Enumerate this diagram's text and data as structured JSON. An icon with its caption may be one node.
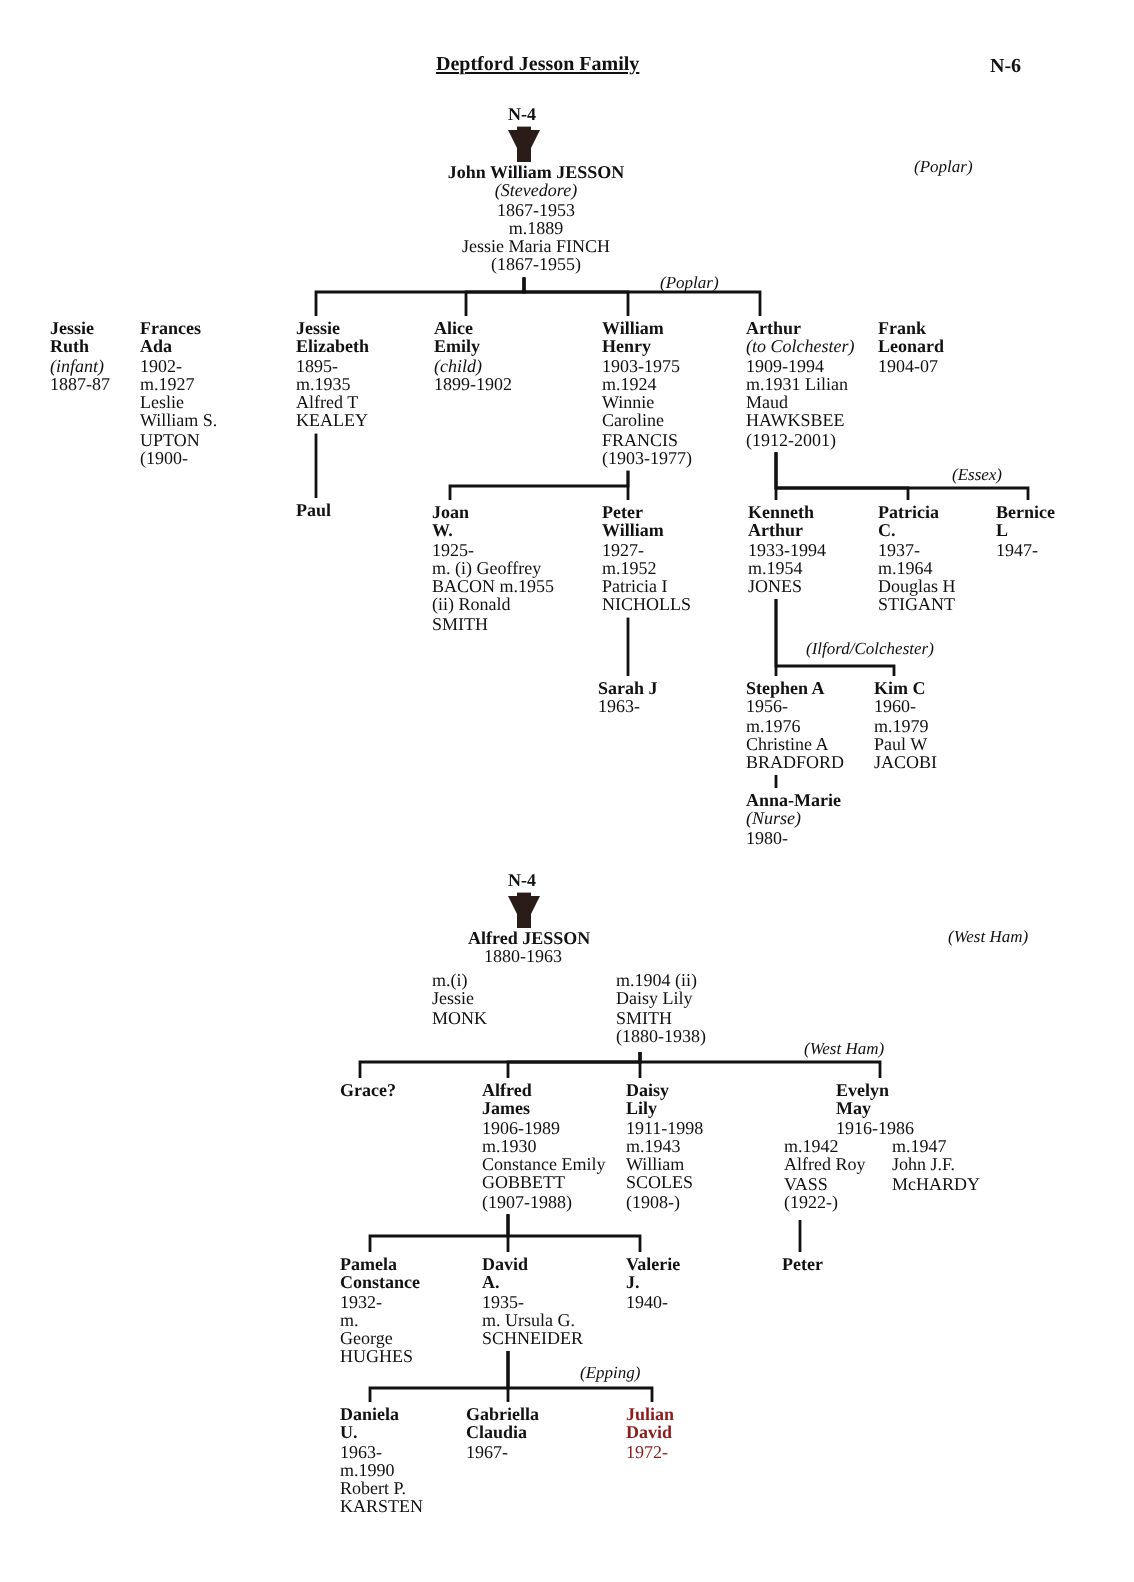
{
  "diagram": {
    "title": "Deptford Jesson Family",
    "nodes": [
      {
        "text": [
          "N-4"
        ]
      },
      {
        "text": [
          "John William JESSON",
          "(Stevedore)",
          "1867-1953",
          "m.1889",
          "Jessie Maria FINCH (1867-1955)"
        ]
      },
      {
        "text": [
          "Jessie Ruth",
          "(infant)",
          "1887-87"
        ]
      },
      {
        "text": [
          "Frances Ada",
          "1902-",
          "m.1927 Leslie William S. UPTON (1900-"
        ]
      },
      {
        "text": [
          "Jessie Elizabeth",
          "1895-",
          "m.1935 Alfred T KEALEY"
        ]
      },
      {
        "text": [
          "Alice Emily",
          "(child)",
          "1899-1902"
        ]
      },
      {
        "text": [
          "William Henry",
          "1903-1975",
          "m.1924 Winnie Caroline FRANCIS (1903-1977)"
        ]
      },
      {
        "text": [
          "Arthur",
          "(to Colchester)",
          "1909-1994",
          "m.1931 Lilian Maud HAWKSBEE (1912-2001)"
        ]
      },
      {
        "text": [
          "Frank Leonard",
          "1904-07"
        ]
      },
      {
        "text": [
          "Paul"
        ]
      },
      {
        "text": [
          "Joan W.",
          "1925-",
          "m. (i) Geoffrey BACON m.1955 (ii) Ronald SMITH"
        ]
      },
      {
        "text": [
          "Peter William",
          "1927-",
          "m.1952 Patricia I NICHOLLS"
        ]
      },
      {
        "text": [
          "Sarah J",
          "1963-"
        ]
      },
      {
        "text": [
          "Kenneth Arthur",
          "1933-1994",
          "m.1954 JONES"
        ]
      },
      {
        "text": [
          "Patricia C.",
          "1937-",
          "m.1964 Douglas H STIGANT"
        ]
      },
      {
        "text": [
          "Bernice L",
          "1947-"
        ]
      },
      {
        "text": [
          "Stephen A",
          "1956-",
          "m.1976 Christine A BRADFORD"
        ]
      },
      {
        "text": [
          "Kim C",
          "1960-",
          "m.1979 Paul W JACOBI"
        ]
      },
      {
        "text": [
          "Anna-Marie",
          "(Nurse)",
          "1980-"
        ]
      },
      {
        "text": [
          "N-4"
        ]
      },
      {
        "text": [
          "Alfred JESSON",
          "1880-1963",
          "m.(i) Jessie MONK",
          "m.1904 (ii) Daisy Lily SMITH (1880-1938)"
        ]
      },
      {
        "text": [
          "Grace?"
        ]
      },
      {
        "text": [
          "Alfred James",
          "1906-1989",
          "m.1930 Constance Emily GOBBETT (1907-1988)"
        ]
      },
      {
        "text": [
          "Daisy Lily",
          "1911-1998",
          "m.1943 William SCOLES (1908-)"
        ]
      },
      {
        "text": [
          "Evelyn May",
          "1916-1986",
          "m.1942 Alfred Roy VASS (1922-)",
          "m.1947 John J.F. McHARDY"
        ]
      },
      {
        "text": [
          "Peter"
        ]
      },
      {
        "text": [
          "Pamela Constance",
          "1932-",
          "m. George HUGHES"
        ]
      },
      {
        "text": [
          "David A.",
          "1935-",
          "m. Ursula G. SCHNEIDER"
        ]
      },
      {
        "text": [
          "Valerie J.",
          "1940-"
        ]
      },
      {
        "text": [
          "Daniela U.",
          "1963-",
          "m.1990 Robert P. KARSTEN"
        ]
      },
      {
        "text": [
          "Gabriella Claudia",
          "1967-"
        ]
      },
      {
        "text": [
          "Julian David",
          "1972-"
        ]
      }
    ],
    "edges": [
      {
        "from": 0,
        "to": 1,
        "arrow": "to",
        "style": "thick"
      },
      {
        "from": 1,
        "to": 4,
        "arrow": "none"
      },
      {
        "from": 1,
        "to": 5,
        "arrow": "none"
      },
      {
        "from": 1,
        "to": 6,
        "arrow": "none"
      },
      {
        "from": 1,
        "to": 7,
        "arrow": "none"
      },
      {
        "from": 4,
        "to": 9,
        "arrow": "none"
      },
      {
        "from": 6,
        "to": 10,
        "arrow": "none"
      },
      {
        "from": 6,
        "to": 11,
        "arrow": "none"
      },
      {
        "from": 11,
        "to": 12,
        "arrow": "none"
      },
      {
        "from": 7,
        "to": 13,
        "arrow": "none"
      },
      {
        "from": 7,
        "to": 14,
        "arrow": "none"
      },
      {
        "from": 7,
        "to": 15,
        "arrow": "none"
      },
      {
        "from": 13,
        "to": 16,
        "arrow": "none"
      },
      {
        "from": 13,
        "to": 17,
        "arrow": "none"
      },
      {
        "from": 16,
        "to": 18,
        "arrow": "none"
      },
      {
        "from": 19,
        "to": 20,
        "arrow": "to",
        "style": "thick"
      },
      {
        "from": 20,
        "to": 21,
        "arrow": "none"
      },
      {
        "from": 20,
        "to": 22,
        "arrow": "none"
      },
      {
        "from": 20,
        "to": 23,
        "arrow": "none"
      },
      {
        "from": 20,
        "to": 24,
        "arrow": "none"
      },
      {
        "from": 24,
        "to": 25,
        "arrow": "none"
      },
      {
        "from": 22,
        "to": 26,
        "arrow": "none"
      },
      {
        "from": 22,
        "to": 27,
        "arrow": "none"
      },
      {
        "from": 22,
        "to": 28,
        "arrow": "none"
      },
      {
        "from": 27,
        "to": 29,
        "arrow": "none"
      },
      {
        "from": 27,
        "to": 30,
        "arrow": "none"
      },
      {
        "from": 27,
        "to": 31,
        "arrow": "none"
      }
    ],
    "labels": [
      "N-6",
      "(Poplar)",
      "(Poplar)",
      "(Essex)",
      "(Ilford/Colchester)",
      "(West Ham)",
      "(West Ham)",
      "(Epping)"
    ]
  }
}
